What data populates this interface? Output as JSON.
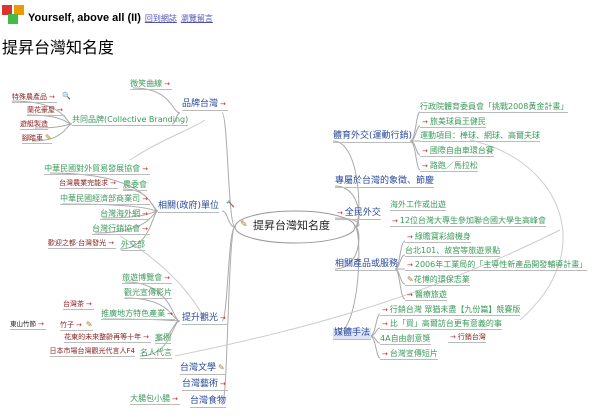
{
  "header": {
    "site_title": "Yourself, above all (II)",
    "links": [
      "回到網誌",
      "瀏覽留言"
    ]
  },
  "page_title": "提昇台灣知名度",
  "colors": {
    "blue": "#2a4a9a",
    "green": "#3a9a5a",
    "red": "#8a2020",
    "arrow": "#c03030"
  },
  "icons": {
    "arrow": "→",
    "search": "🔍",
    "hammer": "🔨",
    "note": "✎"
  },
  "center": "提昇台灣知名度",
  "left": {
    "brand": {
      "label": "品牌台灣",
      "smile": "微笑曲線",
      "collective": "共同品牌(Collective Branding)",
      "items": [
        "特殊農產品",
        "蘭花豪屋",
        "遊艇製造",
        "腳踏車"
      ]
    },
    "gov": {
      "label": "相關(政府)單位",
      "items": [
        "中華民國對外貿易發展協會",
        "台灣農業完能求",
        "農委會",
        "中華民國經濟部商業司",
        "台灣海外網",
        "台灣行銷協會",
        "歡迎之都·台灣發光",
        "外交部"
      ]
    },
    "tour": {
      "label": "提升觀光",
      "items": [
        "旅遊博覽會",
        "觀光宣傳影片",
        "台灣茶",
        "推廣地方特色產業",
        "竹子",
        "東山竹節",
        "花東的未來整齡再等十年",
        "案例",
        "日本市場台灣觀光代言人F4",
        "名人代言"
      ]
    },
    "others": [
      "台灣文學",
      "台灣藝術",
      "大腸包小腸",
      "台灣食物"
    ]
  },
  "right": {
    "sports": {
      "label": "體育外交(運動行銷)",
      "items": [
        "行政院體育委員會「挑戰2008黃金計畫」",
        "旅美球員王健民",
        "運動項目：棒球、網球、高爾夫球",
        "國際自由車環台賽",
        "路跑／馬拉松"
      ]
    },
    "symbol": "專屬於台灣的象徵、節慶",
    "people": {
      "label": "全民外交",
      "items": [
        "海外工作或出遊",
        "12位台灣大專生參加聯合國大學生高峰會"
      ]
    },
    "products": {
      "label": "相關產品或服務",
      "items": [
        "綠瞻寶彩繪機身",
        "台北101、故宮等旅遊景點",
        "2006年工業局的「主導性新產品開發輔導計畫」",
        "花博的環保志業",
        "醫療旅遊"
      ]
    },
    "media": {
      "label": "媒體手法",
      "items": [
        "行銷台灣 眾猶未盡【九份篇】競賽版",
        "比「買」高爾訪台更有意義的事",
        "4A自由創意獎",
        "行銷台灣",
        "台灣宣傳短片"
      ]
    }
  }
}
